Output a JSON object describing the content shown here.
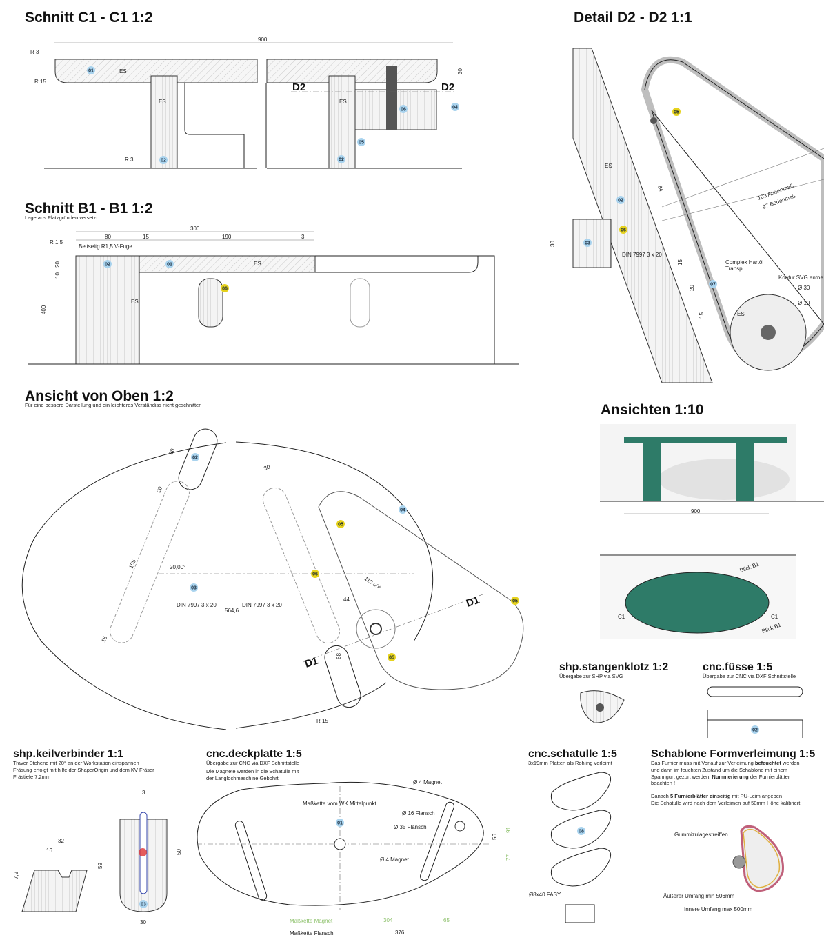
{
  "colors": {
    "bubble_blue": "#a9d3ee",
    "bubble_yellow": "#e6d21c",
    "render_green": "#2e7b68",
    "measure_green": "#8cc06a"
  },
  "c1": {
    "title": "Schnitt C1 - C1 1:2",
    "width": "900",
    "height": "30",
    "r3_top": "R 3",
    "r15": "R 15",
    "r3_bottom": "R 3",
    "es": "ES",
    "d2": "D2",
    "bubbles": [
      "01",
      "02",
      "02",
      "06",
      "04",
      "05"
    ]
  },
  "b1": {
    "title": "Schnitt B1 - B1 1:2",
    "subtitle": "Lage aus Platzgründen versetzt",
    "d300": "300",
    "d80": "80",
    "d15": "15",
    "d190": "190",
    "d3": "3",
    "r15": "R 1,5",
    "fuge": "Beitseitg R1,5 V-Fuge",
    "d20": "20",
    "d10": "10",
    "d400": "400",
    "es": "ES",
    "bubbles": [
      "02",
      "01",
      "06"
    ]
  },
  "d2": {
    "title": "Detail D2 - D2 1:1",
    "outer": "103  Außenmaß",
    "floor": "97  Bodenmaß",
    "oil1": "Complex Hartöl",
    "oil2": "Transp.",
    "contour": "Kontur SVG entne",
    "d30": "Ø 30",
    "d10": "Ø 10",
    "din": "DIN 7997 3 x 20",
    "d84": "84",
    "h30": "30",
    "s15a": "15",
    "s20": "20",
    "s15b": "15",
    "es": "ES",
    "bubbles": [
      "05",
      "02",
      "06",
      "03",
      "07"
    ]
  },
  "top": {
    "title": "Ansicht von Oben 1:2",
    "subtitle": "Für eine bessere Darstellung und ein leichteres Verständiss nicht geschnitten",
    "d80": "80",
    "d20": "20",
    "d165": "165",
    "d15": "15",
    "d30": "30",
    "angle20": "20,00°",
    "din1": "DIN 7997 3 x 20",
    "din2": "DIN 7997 3 x 20",
    "d564": "564,6",
    "angle110": "110,00°",
    "d44": "44",
    "d68": "68",
    "r15": "R 15",
    "d1a": "D1",
    "d1b": "D1",
    "bubbles": [
      "02",
      "04",
      "05",
      "06",
      "03",
      "05",
      "05"
    ]
  },
  "ansichten": {
    "title": "Ansichten 1:10",
    "d900": "900",
    "c1a": "C1",
    "c1b": "C1",
    "blick1": "Blick B1",
    "blick2": "Blick B1"
  },
  "stangenklotz": {
    "title": "shp.stangenklotz 1:2",
    "subtitle": "Übergabe zur SHP via SVG"
  },
  "fuesse": {
    "title": "cnc.füsse 1:5",
    "subtitle": "Übergabe zur CNC via DXF Schnittstelle",
    "bubble": "02"
  },
  "keil": {
    "title": "shp.keilverbinder 1:1",
    "lines": [
      "Traver Stehend mit 20° an der Workstation einspannen",
      "Fräsung erfolgt mit hilfe der ShaperOrigin und dem KV Fräser",
      "Frästiefe 7,2mm"
    ],
    "d32": "32",
    "d16": "16",
    "d72": "7,2",
    "d59": "59",
    "d50": "50",
    "d3": "3",
    "d30": "30",
    "bubble": "03"
  },
  "deck": {
    "title": "cnc.deckplatte 1:5",
    "lines": [
      "Übergabe zur CNC via DXF Schnittstelle",
      "Die Magnete werden in die Schatulle mit",
      "der Langlochmaschine Gebohrt"
    ],
    "magnet1": "Ø 4 Magnet",
    "flansch16": "Ø 16 Flansch",
    "flansch35": "Ø 35 Flansch",
    "magnet2": "Ø 4 Magnet",
    "chain": "Maßkette vom WK Mittelpunkt",
    "d56": "56",
    "d91": "91",
    "d77": "77",
    "chain_magnet": "Maßkette Magnet",
    "d304": "304",
    "d65": "65",
    "chain_flansch": "Maßkette Flansch",
    "d376": "376",
    "bubble": "01"
  },
  "schatulle": {
    "title": "cnc.schatulle 1:5",
    "subtitle": "3x19mm Platten als Rohling verleimt",
    "fasy": "Ø8x40 FASY",
    "bubble": "08"
  },
  "schablone": {
    "title": "Schablone Formverleimung 1:5",
    "p1a": "Das Furnier muss mit Vorlauf zur Verleimung ",
    "p1b": "befeuchtet",
    "p1c": " werden",
    "p2": "und dann im feuchten Zustand um die Schablone mit einem",
    "p3a": "Spanngurt gezurt werden. ",
    "p3b": "Nummerierung",
    "p3c": " der Furnierblätter",
    "p4": "beachten !",
    "p5a": "Danach ",
    "p5b": "5 Furnierblätter einseitig",
    "p5c": " mit PU-Leim angeben",
    "p6": "Die Schatulle wird nach dem Verleimen auf 50mm Höhe kalibriert",
    "rubber": "Gummizulagestreiffen",
    "outer": "Äußerer Umfang min 506mm",
    "inner": "Innere Umfang max 500mm"
  }
}
